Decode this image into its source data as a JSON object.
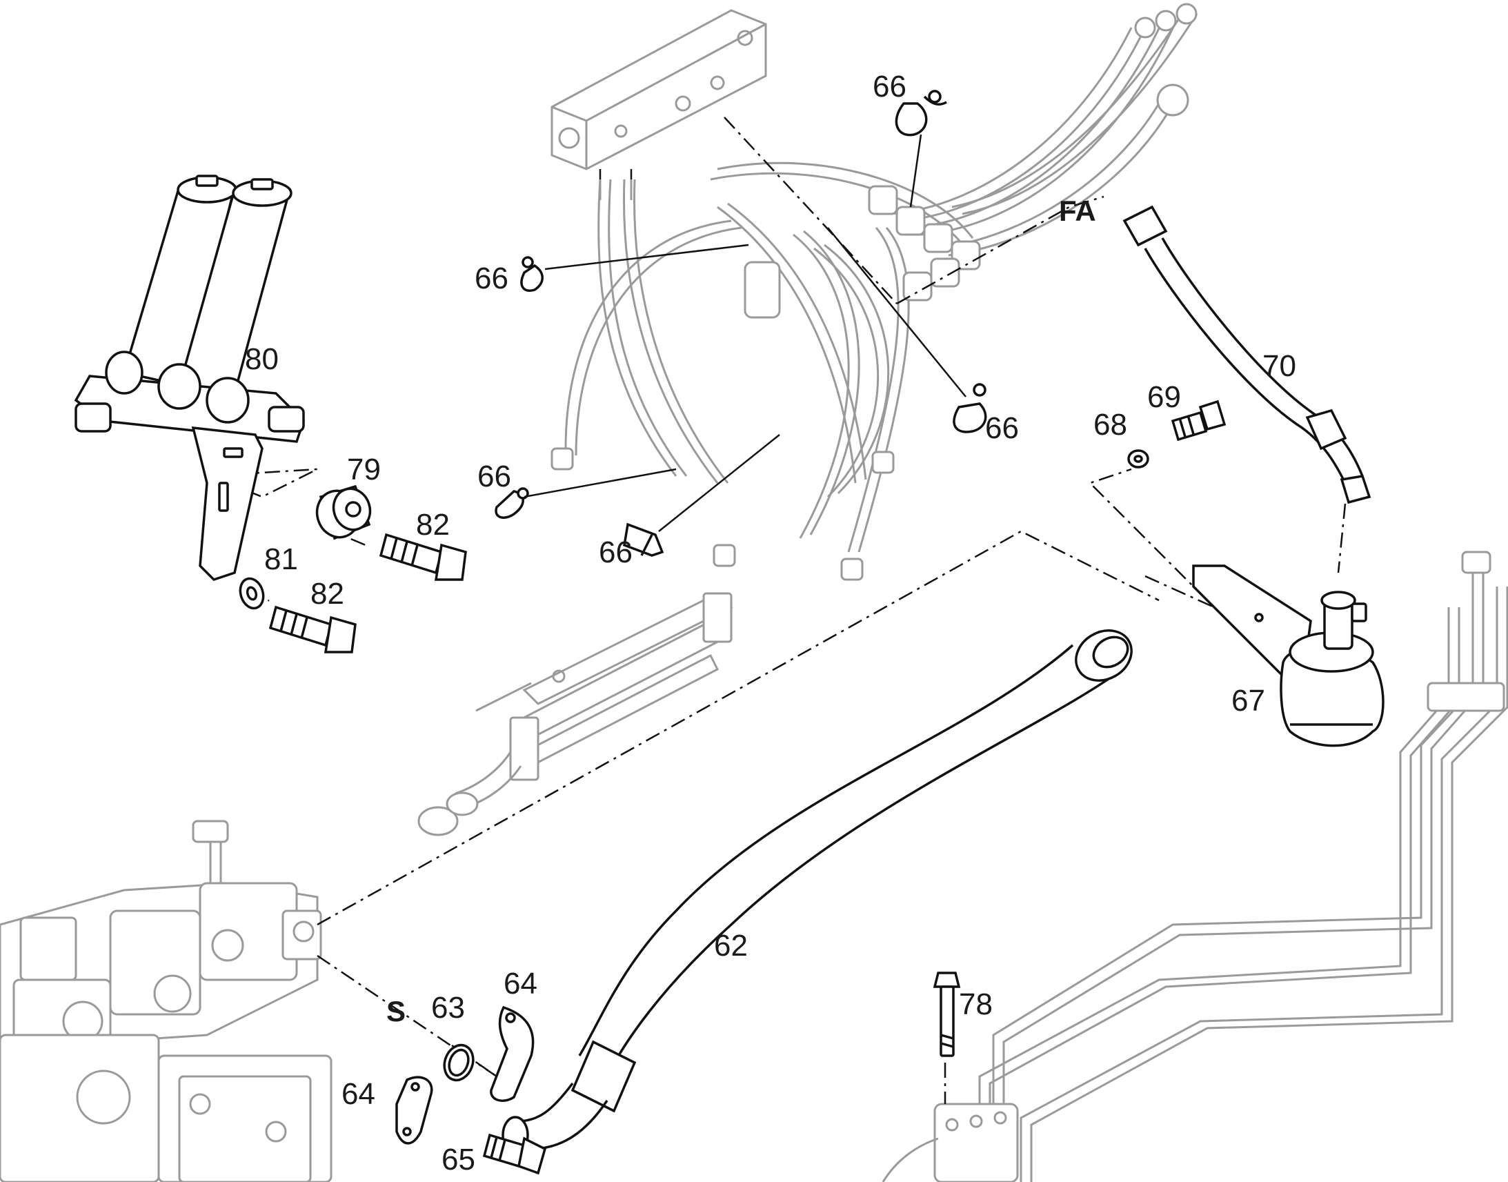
{
  "labels": {
    "p62": "62",
    "p63": "63",
    "p64a": "64",
    "p64b": "64",
    "p65": "65",
    "p66a": "66",
    "p66b": "66",
    "p66c": "66",
    "p66d": "66",
    "p66e": "66",
    "p67": "67",
    "p68": "68",
    "p69": "69",
    "p70": "70",
    "p78": "78",
    "p79": "79",
    "p80": "80",
    "p81": "81",
    "p82a": "82",
    "p82b": "82",
    "ref_fa": "FA",
    "ref_s": "S"
  },
  "colors": {
    "part_stroke": "#111111",
    "context_stroke": "#9a9a9a",
    "background": "#ffffff"
  }
}
